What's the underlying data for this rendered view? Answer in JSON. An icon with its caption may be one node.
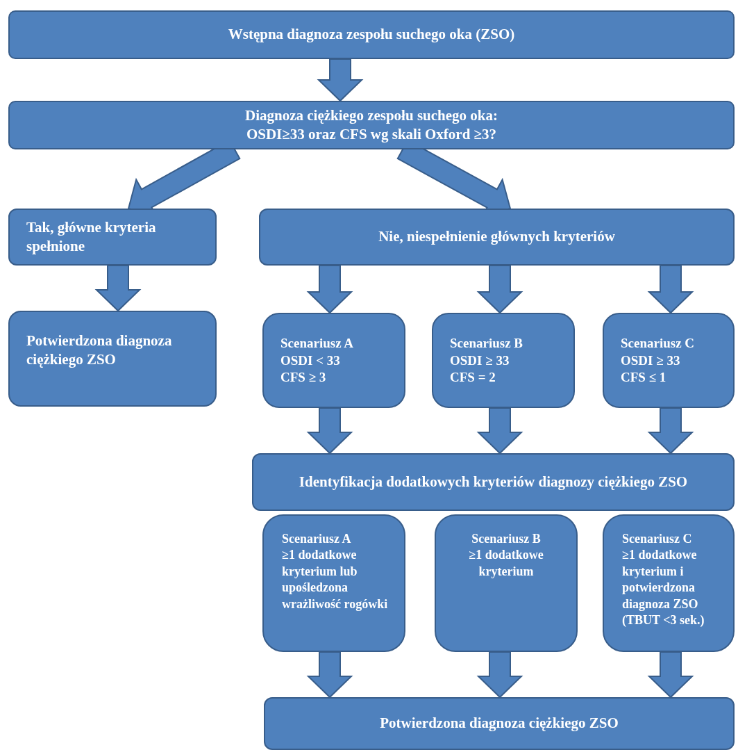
{
  "diagram": {
    "nodes": [
      {
        "text": [
          "Wstępna diagnoza zespołu suchego oka (ZSO)"
        ]
      },
      {
        "text": [
          "Diagnoza ciężkiego zespołu suchego oka:",
          "OSDI≥33 oraz CFS wg skali Oxford ≥3?"
        ]
      },
      {
        "text": [
          "Tak, główne kryteria spełnione"
        ]
      },
      {
        "text": [
          "Nie, niespełnienie głównych kryteriów"
        ]
      },
      {
        "text": [
          "Potwierdzona diagnoza  ciężkiego ZSO"
        ]
      },
      {
        "text": [
          "Scenariusz A",
          "OSDI  < 33",
          "CFS ≥ 3"
        ]
      },
      {
        "text": [
          "Scenariusz B",
          "OSDI  ≥ 33",
          "CFS = 2"
        ]
      },
      {
        "text": [
          "Scenariusz C",
          "OSDI  ≥ 33",
          "CFS ≤ 1"
        ]
      },
      {
        "text": [
          "Identyfikacja dodatkowych kryteriów diagnozy ciężkiego ZSO"
        ]
      },
      {
        "text": [
          "Scenariusz A",
          "≥1 dodatkowe kryterium lub upośledzona wrażliwość rogówki"
        ]
      },
      {
        "text": [
          "Scenariusz B",
          "≥1 dodatkowe kryterium"
        ]
      },
      {
        "text": [
          "Scenariusz C",
          "≥1 dodatkowe kryterium i potwierdzona diagnoza ZSO (TBUT <3 sek.)"
        ]
      },
      {
        "text": [
          "Potwierdzona diagnoza ciężkiego ZSO"
        ]
      }
    ],
    "edges": [
      {
        "from": 0,
        "to": 1,
        "arrow": "to"
      },
      {
        "from": 1,
        "to": 2,
        "arrow": "to"
      },
      {
        "from": 1,
        "to": 3,
        "arrow": "to"
      },
      {
        "from": 2,
        "to": 4,
        "arrow": "to"
      },
      {
        "from": 3,
        "to": 5,
        "arrow": "to"
      },
      {
        "from": 3,
        "to": 6,
        "arrow": "to"
      },
      {
        "from": 3,
        "to": 7,
        "arrow": "to"
      },
      {
        "from": 5,
        "to": 8,
        "arrow": "to"
      },
      {
        "from": 6,
        "to": 8,
        "arrow": "to"
      },
      {
        "from": 7,
        "to": 8,
        "arrow": "to"
      },
      {
        "from": 9,
        "to": 12,
        "arrow": "to"
      },
      {
        "from": 10,
        "to": 12,
        "arrow": "to"
      },
      {
        "from": 11,
        "to": 12,
        "arrow": "to"
      }
    ]
  }
}
